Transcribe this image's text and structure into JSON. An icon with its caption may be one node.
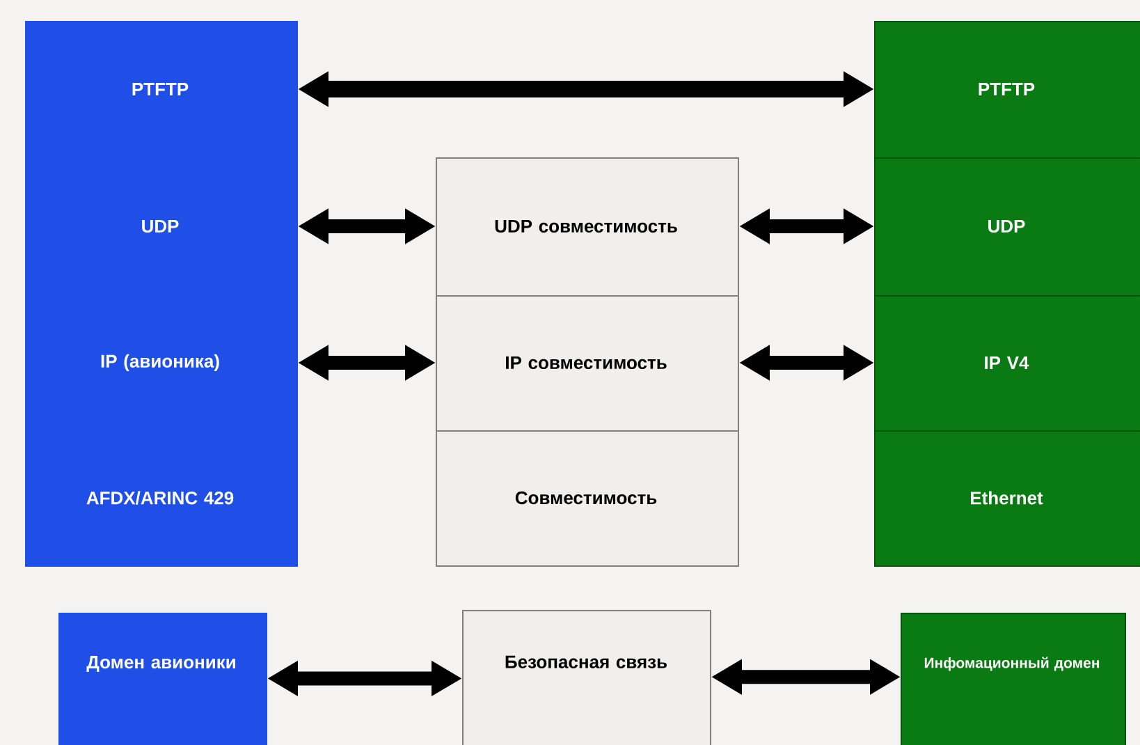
{
  "diagram": {
    "nodes": [
      {
        "text": [
          "PTFTP"
        ]
      },
      {
        "text": [
          "UDP"
        ]
      },
      {
        "text": [
          "IP (авионика)"
        ]
      },
      {
        "text": [
          "AFDX/ARINC 429"
        ]
      },
      {
        "text": [
          "UDP совместимость"
        ]
      },
      {
        "text": [
          "IP совместимость"
        ]
      },
      {
        "text": [
          "Совместимость"
        ]
      },
      {
        "text": [
          "PTFTP"
        ]
      },
      {
        "text": [
          "UDP"
        ]
      },
      {
        "text": [
          "IP V4"
        ]
      },
      {
        "text": [
          "Ethernet"
        ]
      },
      {
        "text": [
          "Домен авионики"
        ]
      },
      {
        "text": [
          "Безопасная связь"
        ]
      },
      {
        "text": [
          "Инфомационный домен"
        ]
      }
    ],
    "edges": [
      {
        "from": 0,
        "to": 7,
        "arrow": "both"
      },
      {
        "from": 1,
        "to": 4,
        "arrow": "both"
      },
      {
        "from": 4,
        "to": 8,
        "arrow": "both"
      },
      {
        "from": 2,
        "to": 5,
        "arrow": "both"
      },
      {
        "from": 5,
        "to": 9,
        "arrow": "both"
      },
      {
        "from": 11,
        "to": 12,
        "arrow": "both"
      },
      {
        "from": 12,
        "to": 13,
        "arrow": "both"
      }
    ]
  }
}
